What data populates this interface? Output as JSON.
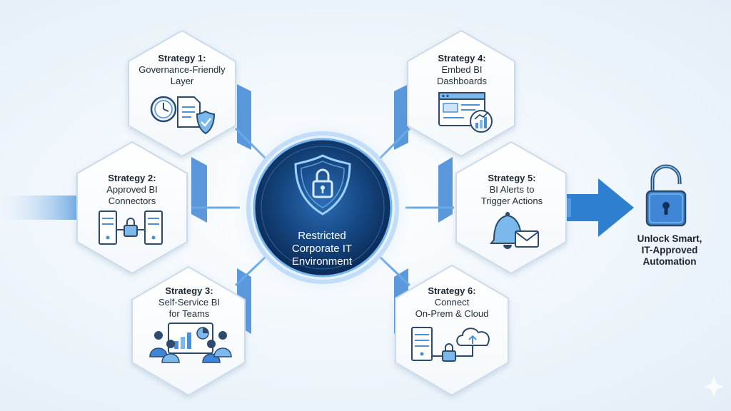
{
  "hub": {
    "label": "Restricted\nCorporate IT\nEnvironment",
    "icon": "shield-lock-icon"
  },
  "strategies": [
    {
      "title": "Strategy 1:",
      "desc": "Governance-Friendly\nLayer",
      "icon": "clock-document-shield-icon"
    },
    {
      "title": "Strategy 2:",
      "desc": "Approved BI\nConnectors",
      "icon": "servers-lock-icon"
    },
    {
      "title": "Strategy 3:",
      "desc": "Self-Service BI\nfor Teams",
      "icon": "team-dashboard-icon"
    },
    {
      "title": "Strategy 4:",
      "desc": "Embed BI\nDashboards",
      "icon": "browser-chart-icon"
    },
    {
      "title": "Strategy 5:",
      "desc": "BI Alerts to\nTrigger Actions",
      "icon": "bell-mail-icon"
    },
    {
      "title": "Strategy 6:",
      "desc": "Connect\nOn-Prem & Cloud",
      "icon": "server-cloud-icon"
    }
  ],
  "outcome": {
    "label": "Unlock Smart,\nIT-Approved\nAutomation",
    "icon": "unlocked-padlock-icon"
  },
  "colors": {
    "accent": "#2f7fd0",
    "hub_dark": "#0e2f5c",
    "hub_glow": "#6fb3ee",
    "hex_border": "#cddbe8",
    "text": "#1c2733"
  }
}
